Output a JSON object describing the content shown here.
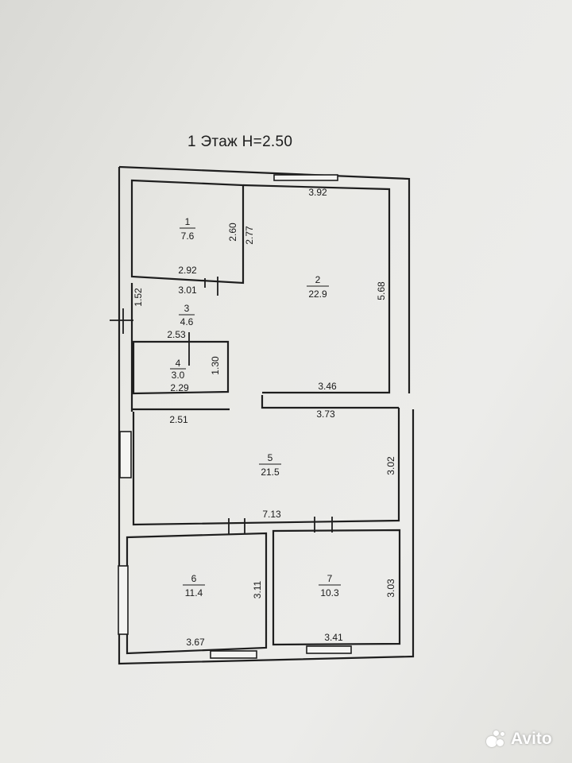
{
  "title": "1 Этаж H=2.50",
  "rooms": [
    {
      "number": "1",
      "area": "7.6"
    },
    {
      "number": "2",
      "area": "22.9"
    },
    {
      "number": "3",
      "area": "4.6"
    },
    {
      "number": "4",
      "area": "3.0"
    },
    {
      "number": "5",
      "area": "21.5"
    },
    {
      "number": "6",
      "area": "11.4"
    },
    {
      "number": "7",
      "area": "10.3"
    }
  ],
  "dimensions": {
    "d392": "3.92",
    "d260": "2.60",
    "d277": "2.77",
    "d292": "2.92",
    "d301": "3.01",
    "d568": "5.68",
    "d152": "1.52",
    "d253": "2.53",
    "d130": "1.30",
    "d229": "2.29",
    "d346": "3.46",
    "d251": "2.51",
    "d373": "3.73",
    "d302": "3.02",
    "d713": "7.13",
    "d311": "3.11",
    "d303": "3.03",
    "d367": "3.67",
    "d341": "3.41"
  },
  "watermark": "Avito"
}
